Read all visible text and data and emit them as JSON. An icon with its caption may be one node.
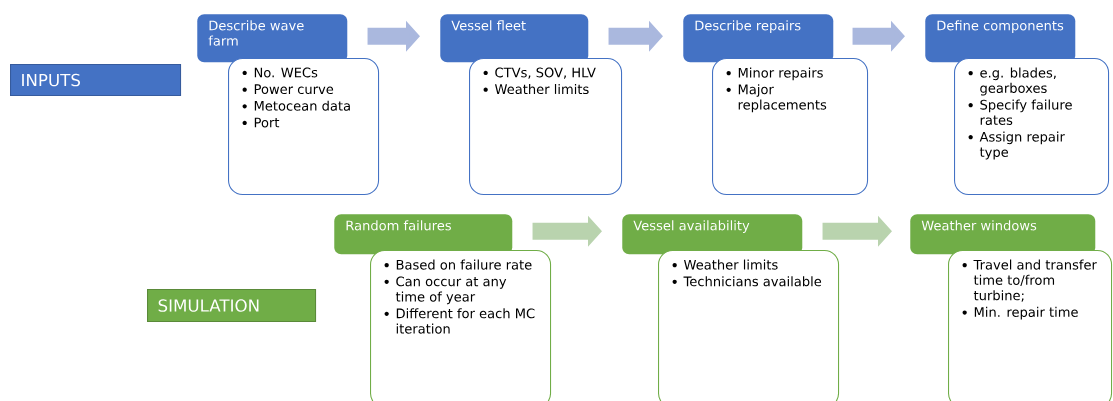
{
  "diagram": {
    "nodes": [
      {
        "text": [
          "INPUTS"
        ]
      },
      {
        "text": [
          "Describe wave farm"
        ]
      },
      {
        "text": [
          "No. WECs",
          "Power curve",
          "Metocean data",
          "Port"
        ]
      },
      {
        "text": [
          "Vessel fleet"
        ]
      },
      {
        "text": [
          "CTVs, SOV, HLV",
          "Weather limits"
        ]
      },
      {
        "text": [
          "Describe repairs"
        ]
      },
      {
        "text": [
          "Minor repairs",
          "Major replacements"
        ]
      },
      {
        "text": [
          "Define components"
        ]
      },
      {
        "text": [
          "e.g. blades, gearboxes",
          "Specify failure rates",
          "Assign repair type"
        ]
      },
      {
        "text": [
          "SIMULATION"
        ]
      },
      {
        "text": [
          "Random failures"
        ]
      },
      {
        "text": [
          "Based on failure rate",
          "Can occur at any time of year",
          "Different for each MC iteration"
        ]
      },
      {
        "text": [
          "Vessel availability"
        ]
      },
      {
        "text": [
          "Weather limits",
          "Technicians available"
        ]
      },
      {
        "text": [
          "Weather windows"
        ]
      },
      {
        "text": [
          "Travel and transfer time to/from turbine;",
          "Min. repair time"
        ]
      }
    ],
    "edges": [
      {
        "from": 1,
        "to": 3,
        "arrow": "to",
        "color": "#aab8de"
      },
      {
        "from": 3,
        "to": 5,
        "arrow": "to",
        "color": "#aab8de"
      },
      {
        "from": 5,
        "to": 7,
        "arrow": "to",
        "color": "#aab8de"
      },
      {
        "from": 10,
        "to": 12,
        "arrow": "to",
        "color": "#b9d3ae"
      },
      {
        "from": 12,
        "to": 14,
        "arrow": "to",
        "color": "#b9d3ae"
      }
    ]
  }
}
